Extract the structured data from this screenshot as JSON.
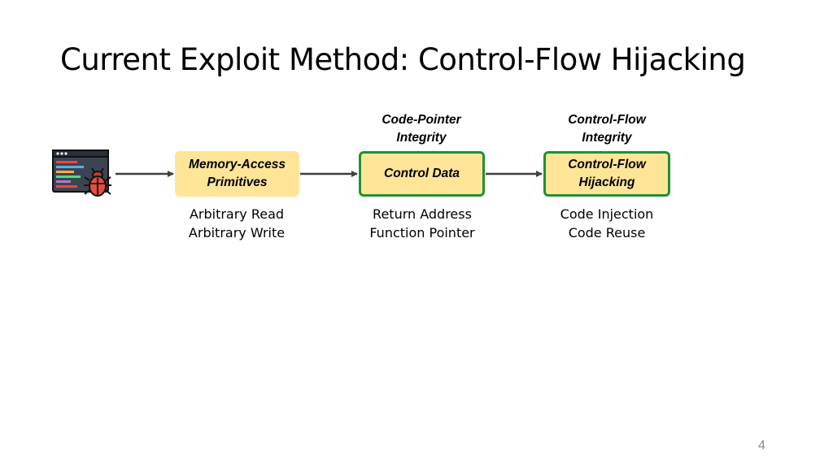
{
  "slide": {
    "title": "Current Exploit Method: Control-Flow Hijacking",
    "page_number": "4"
  },
  "diagram": {
    "nodes": [
      {
        "id": "memory-access",
        "label_line1": "Memory-Access",
        "label_line2": "Primitives",
        "above": null,
        "below_line1": "Arbitrary Read",
        "below_line2": "Arbitrary Write"
      },
      {
        "id": "control-data",
        "label_line1": "Control Data",
        "label_line2": "",
        "above_line1": "Code-Pointer",
        "above_line2": "Integrity",
        "below_line1": "Return Address",
        "below_line2": "Function Pointer"
      },
      {
        "id": "cf-hijacking",
        "label_line1": "Control-Flow",
        "label_line2": "Hijacking",
        "above_line1": "Control-Flow",
        "above_line2": "Integrity",
        "below_line1": "Code Injection",
        "below_line2": "Code Reuse"
      }
    ],
    "icon": "malicious-code-bug-icon",
    "colors": {
      "box_fill": "#ffe598",
      "defense_border": "#1f9131",
      "arrow": "#404040"
    }
  }
}
